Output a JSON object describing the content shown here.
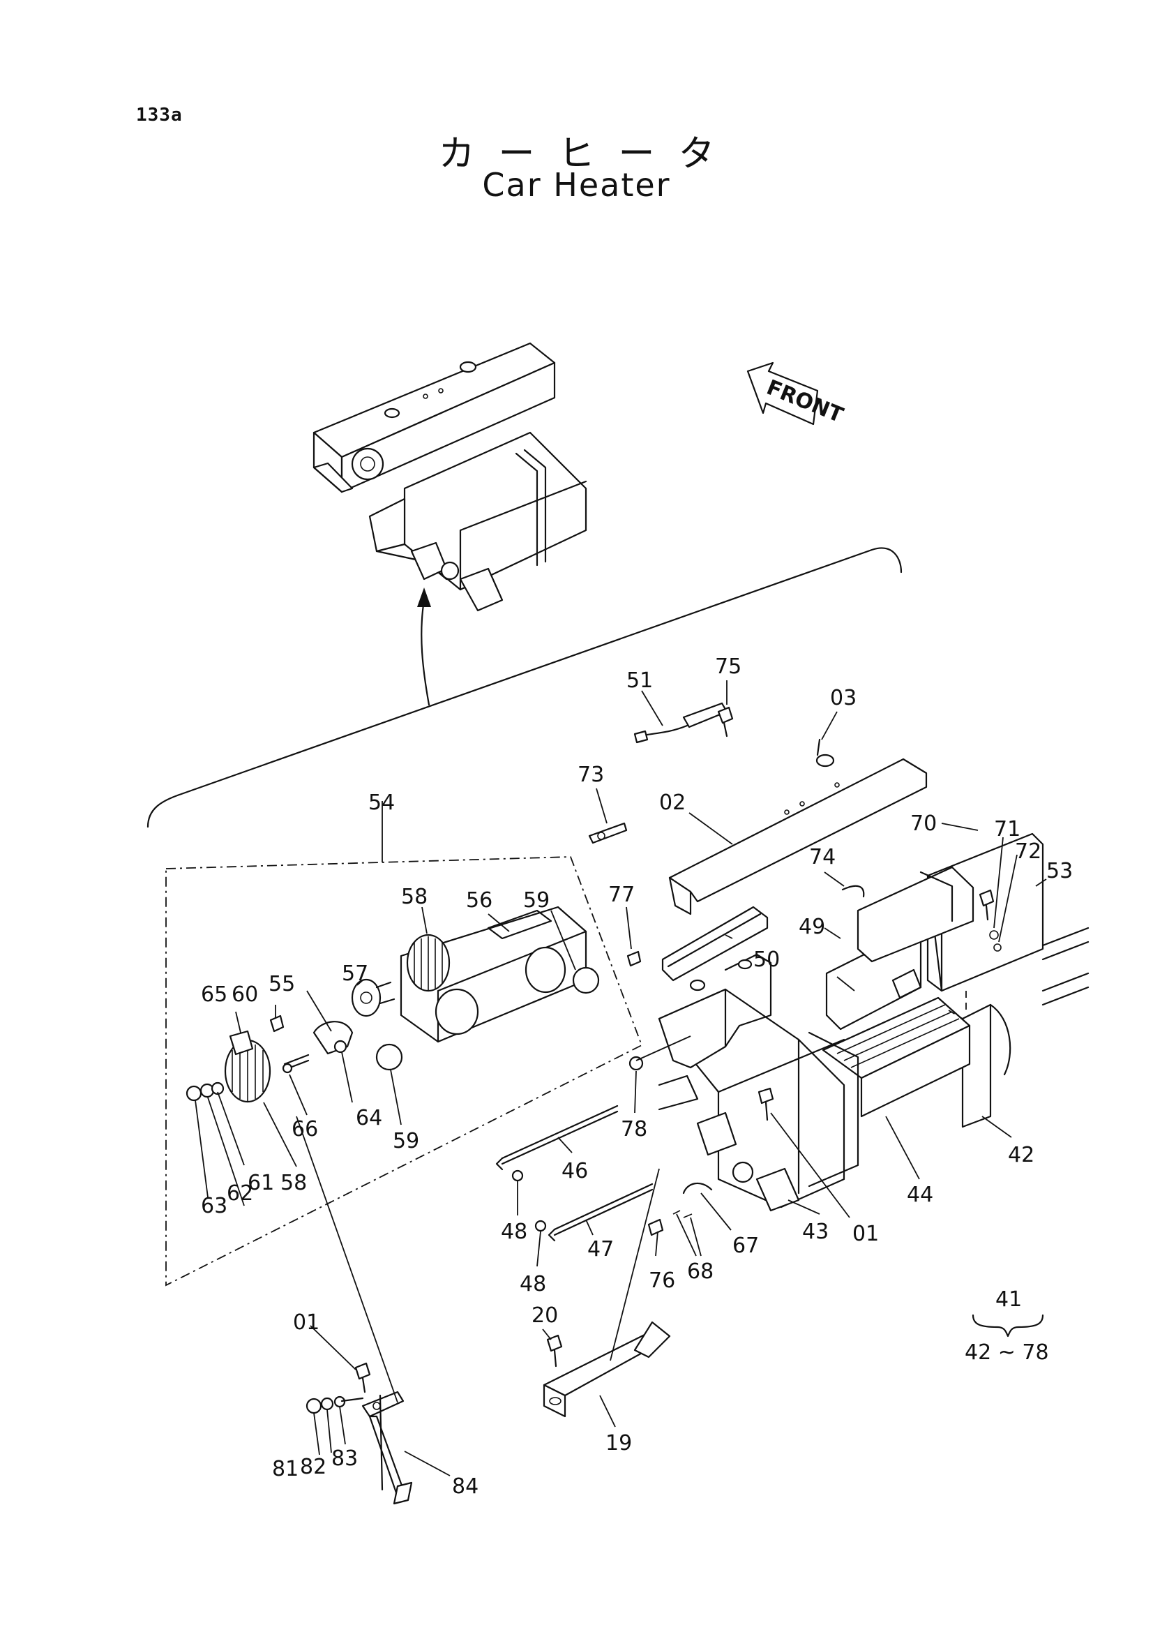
{
  "page_number": "133a",
  "title_jp": "カーヒータ",
  "title_en": "Car Heater",
  "front_label": "FRONT",
  "assembly_ref": {
    "number": "41",
    "range": "42 ~ 78"
  },
  "callouts": {
    "c01a": "01",
    "c01b": "01",
    "c02": "02",
    "c03": "03",
    "c19": "19",
    "c20": "20",
    "c42": "42",
    "c43": "43",
    "c44": "44",
    "c46": "46",
    "c47": "47",
    "c48a": "48",
    "c48b": "48",
    "c49": "49",
    "c50": "50",
    "c51": "51",
    "c53": "53",
    "c54": "54",
    "c55": "55",
    "c56": "56",
    "c57": "57",
    "c58a": "58",
    "c58b": "58",
    "c59a": "59",
    "c59b": "59",
    "c60": "60",
    "c61": "61",
    "c62": "62",
    "c63": "63",
    "c64": "64",
    "c65": "65",
    "c66": "66",
    "c67": "67",
    "c68": "68",
    "c70": "70",
    "c71": "71",
    "c72": "72",
    "c73": "73",
    "c74": "74",
    "c75": "75",
    "c76": "76",
    "c77": "77",
    "c78": "78",
    "c81": "81",
    "c82": "82",
    "c83": "83",
    "c84": "84"
  }
}
